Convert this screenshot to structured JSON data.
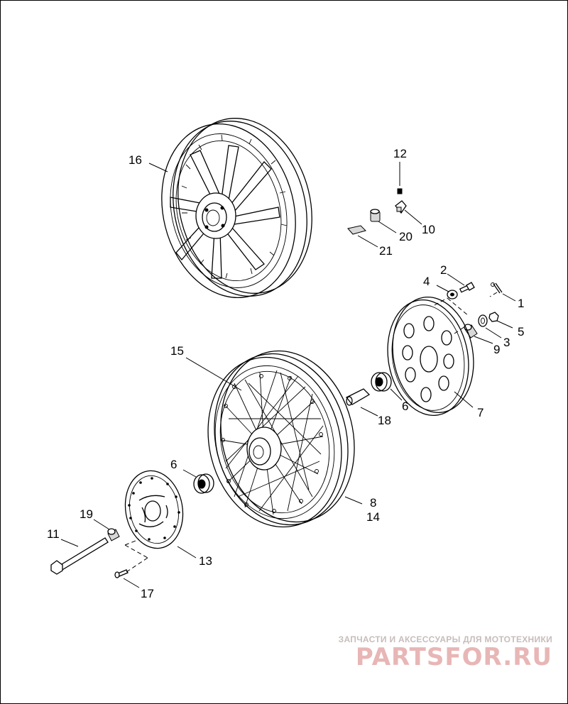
{
  "callouts": {
    "c1": "1",
    "c2": "2",
    "c3": "3",
    "c4": "4",
    "c5": "5",
    "c6a": "6",
    "c6b": "6",
    "c7": "7",
    "c8": "8",
    "c9": "9",
    "c10": "10",
    "c11": "11",
    "c12": "12",
    "c13": "13",
    "c14": "14",
    "c15": "15",
    "c16": "16",
    "c17": "17",
    "c18": "18",
    "c19": "19",
    "c20": "20",
    "c21": "21"
  },
  "watermark": {
    "tagline": "ЗАПЧАСТИ И АКСЕССУАРЫ ДЛЯ МОТОТЕХНИКИ",
    "logo": "PARTSFOR.RU",
    "color": "#e8b6b6"
  }
}
